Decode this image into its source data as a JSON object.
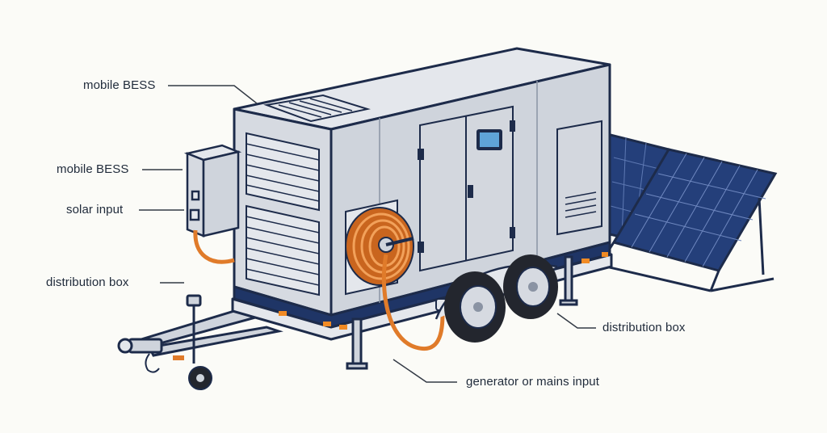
{
  "labels": {
    "mobile_bess_top": "mobile BESS",
    "mobile_bess_side": "mobile BESS",
    "solar_input": "solar input",
    "distribution_box_left": "distribution box",
    "distribution_box_right": "distribution box",
    "generator_input": "generator or mains input"
  },
  "colors": {
    "outline": "#1d2b4a",
    "panel_body": "#cfd4dc",
    "panel_light": "#e4e7ec",
    "navy": "#1f3566",
    "solar_cell": "#243f7a",
    "cable": "#e07b2a",
    "reflector": "#f08a24",
    "tire": "#23262e",
    "leader": "#333a45"
  }
}
